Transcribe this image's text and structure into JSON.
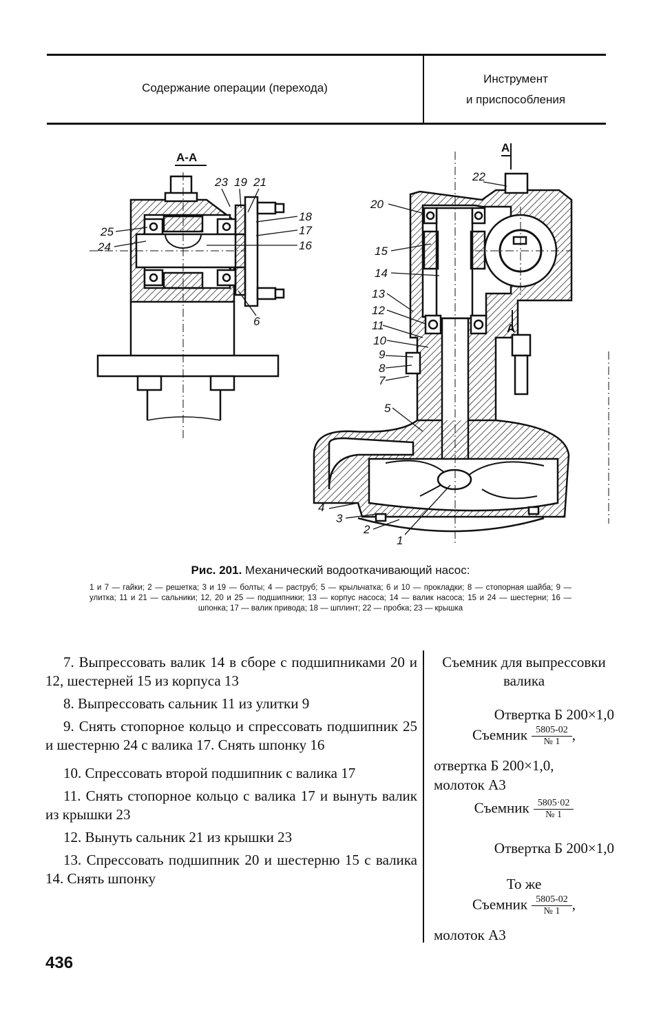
{
  "header": {
    "col1": "Содержание операции (перехода)",
    "col2_line1": "Инструмент",
    "col2_line2": "и приспособления"
  },
  "figure": {
    "section_label": "А-А",
    "cut_label_top": "А",
    "cut_label_bottom": "А",
    "parts": {
      "p1": "1",
      "p2": "2",
      "p3": "3",
      "p4": "4",
      "p5": "5",
      "p6": "6",
      "p7": "7",
      "p8": "8",
      "p9": "9",
      "p10": "10",
      "p11": "11",
      "p12": "12",
      "p13": "13",
      "p14": "14",
      "p15": "15",
      "p16": "16",
      "p17": "17",
      "p18": "18",
      "p19": "19",
      "p20": "20",
      "p21": "21",
      "p22": "22",
      "p23": "23",
      "p24": "24",
      "p25": "25"
    },
    "caption_prefix": "Рис. 201.",
    "caption_title": "Механический водооткачивающий насос:",
    "legend": "1 и 7 — гайки; 2 — решетка; 3 и 19 — болты; 4 — раструб; 5 — крыльчатка; 6 и 10 — прокладки; 8 — стопорная шайба; 9 — улитка; 11 и 21 — сальники; 12, 20 и 25 — подшипники; 13 — корпус насоса; 14 — валик насоса; 15 и 24 — шестерни; 16 — шпонка; 17 — валик привода; 18 — шплинт; 22 — пробка; 23 — крышка"
  },
  "operations": [
    "7. Выпрессовать валик 14 в сборе с подшипниками 20 и 12, шестерней 15 из корпуса 13",
    "8. Выпрессовать сальник 11 из улитки 9",
    "9. Снять стопорное кольцо и спрессовать подшипник 25 и шестерню 24 с валика 17. Снять шпонку 16",
    "10. Спрессовать второй подшипник с валика 17",
    "11. Снять стопорное кольцо с валика 17 и вынуть валик из крышки 23",
    "12. Вынуть сальник 21 из крышки 23",
    "13. Спрессовать подшипник 20 и шестерню 15 с валика 14. Снять шпонку"
  ],
  "tools": {
    "t1": "Съемник для выпрессовки валика",
    "t2": "Отвертка Б 200×1,0",
    "t3_name": "Съемник",
    "t3_num": "5805-02",
    "t3_den": "№ 1",
    "t3_tail": ",",
    "t3_extra1": "отвертка Б 200×1,0,",
    "t3_extra2": "молоток А3",
    "t4_name": "Съемник",
    "t4_num": "5805·02",
    "t4_den": "№ 1",
    "t5": "Отвертка Б 200×1,0",
    "t6": "То же",
    "t7_name": "Съемник",
    "t7_num": "5805-02",
    "t7_den": "№ 1",
    "t7_tail": ",",
    "t7_extra": "молоток А3"
  },
  "page_number": "436"
}
